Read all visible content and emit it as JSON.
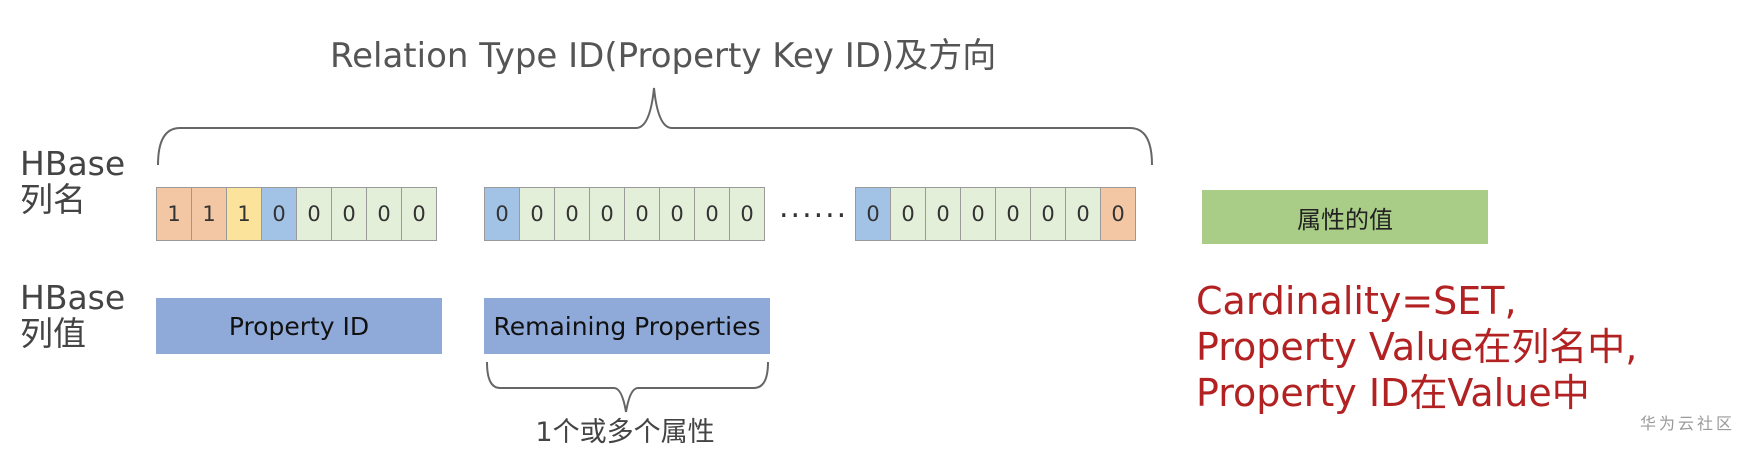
{
  "colors": {
    "orange": "#f4c7a4",
    "yellow": "#fbe39b",
    "blue": "#a3c3e6",
    "green": "#e3efd9",
    "value_green": "#a9cc87",
    "box_blue": "#8faad9",
    "note_red": "#b22222"
  },
  "diagram": {
    "top_title": "Relation Type ID(Property Key ID)及方向",
    "column_name_label": [
      "HBase",
      "列名"
    ],
    "column_value_label": [
      "HBase",
      "列值"
    ],
    "group1": [
      {
        "v": "1",
        "c": "orange"
      },
      {
        "v": "1",
        "c": "orange"
      },
      {
        "v": "1",
        "c": "yellow"
      },
      {
        "v": "0",
        "c": "blue"
      },
      {
        "v": "0",
        "c": "green"
      },
      {
        "v": "0",
        "c": "green"
      },
      {
        "v": "0",
        "c": "green"
      },
      {
        "v": "0",
        "c": "green"
      }
    ],
    "group2": [
      {
        "v": "0",
        "c": "blue"
      },
      {
        "v": "0",
        "c": "green"
      },
      {
        "v": "0",
        "c": "green"
      },
      {
        "v": "0",
        "c": "green"
      },
      {
        "v": "0",
        "c": "green"
      },
      {
        "v": "0",
        "c": "green"
      },
      {
        "v": "0",
        "c": "green"
      },
      {
        "v": "0",
        "c": "green"
      }
    ],
    "ellipsis": "......",
    "group3": [
      {
        "v": "0",
        "c": "blue"
      },
      {
        "v": "0",
        "c": "green"
      },
      {
        "v": "0",
        "c": "green"
      },
      {
        "v": "0",
        "c": "green"
      },
      {
        "v": "0",
        "c": "green"
      },
      {
        "v": "0",
        "c": "green"
      },
      {
        "v": "0",
        "c": "green"
      },
      {
        "v": "0",
        "c": "orange"
      }
    ],
    "property_value_box": "属性的值",
    "property_id_box": "Property ID",
    "remaining_box": "Remaining Properties",
    "remaining_caption": "1个或多个属性",
    "note_lines": [
      "Cardinality=SET,",
      "Property Value在列名中,",
      "Property ID在Value中"
    ],
    "watermark": "华为云社区"
  }
}
